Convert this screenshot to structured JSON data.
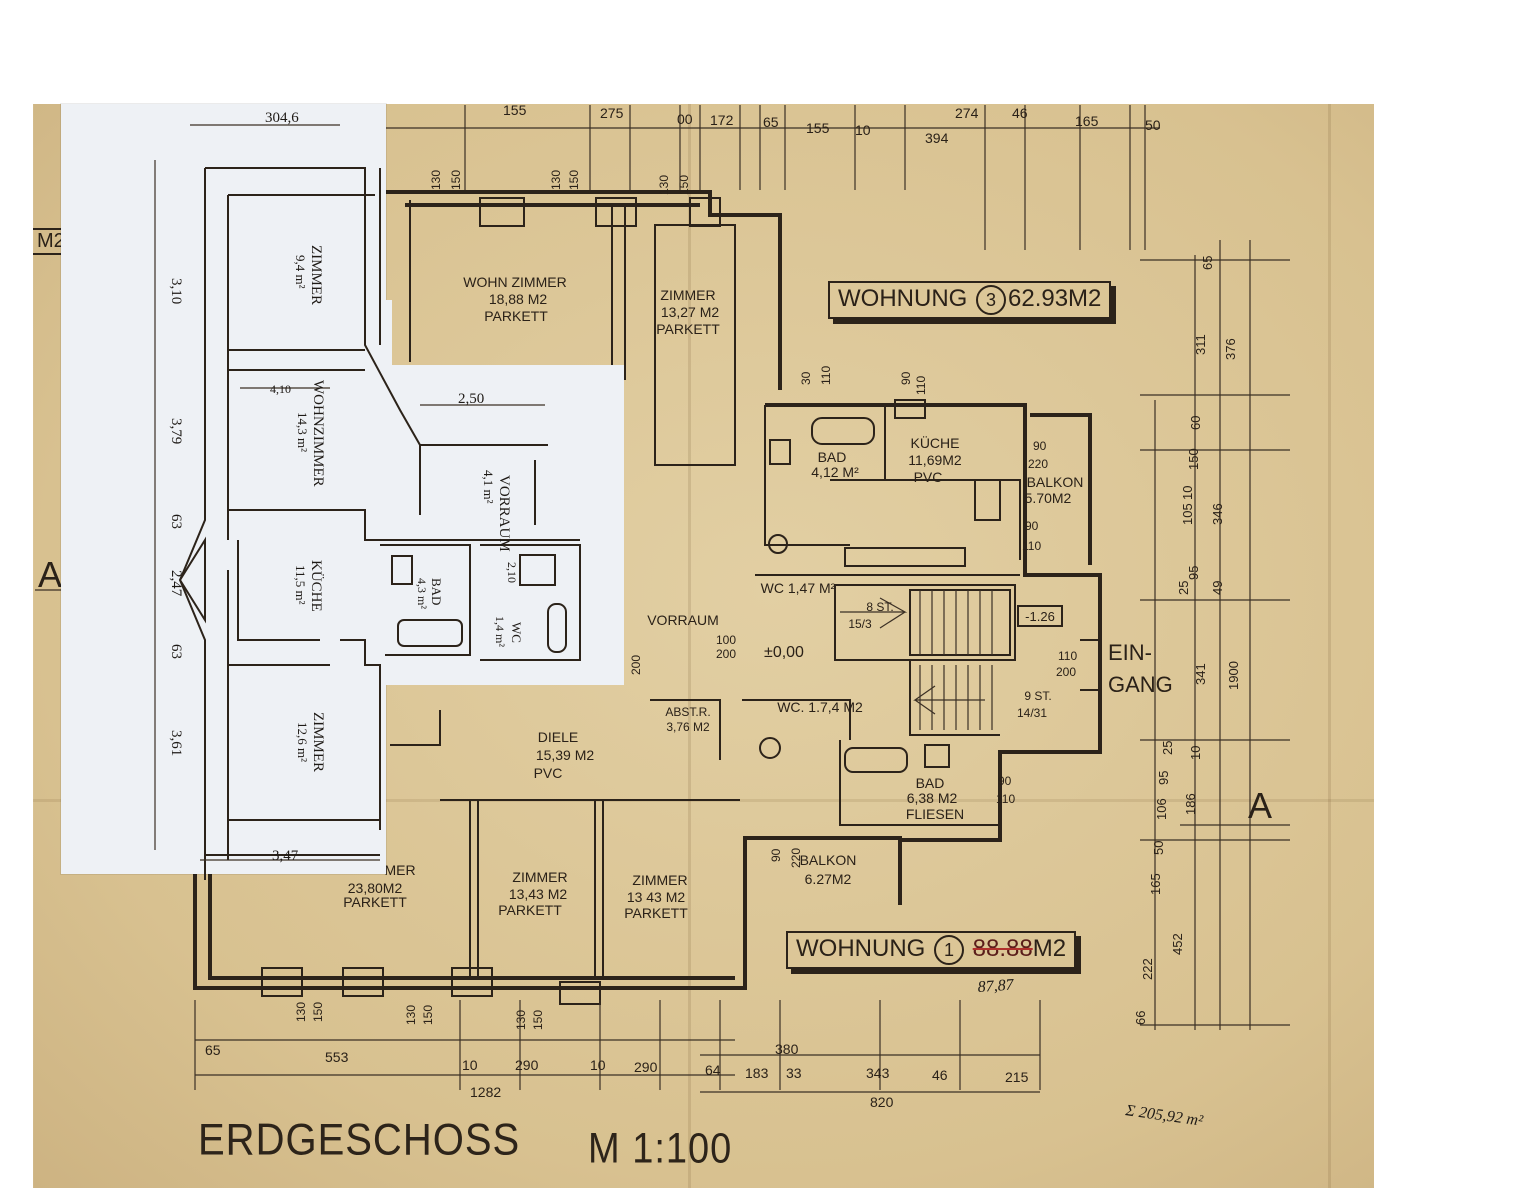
{
  "sheet": {
    "title": "ERDGESCHOSS",
    "scale": "M 1:100",
    "section_mark": "A",
    "entrance": "EIN-\nGANG",
    "m2_fragment": "M2",
    "unit3": {
      "label": "WOHNUNG",
      "number": "3",
      "area": "62.93M2"
    },
    "unit1": {
      "label": "WOHNUNG",
      "number": "1",
      "area_struck": "88.88",
      "area_unit": "M2",
      "area_corrected": "87,87"
    },
    "total_note": "Σ 205,92 m²"
  },
  "rooms": [
    {
      "name": "WOHN ZIMMER",
      "area": "18,88 M2",
      "floor": "PARKETT"
    },
    {
      "name": "ZIMMER",
      "area": "13,27 M2",
      "floor": "PARKETT"
    },
    {
      "name": "BAD",
      "area": "4,12 M²"
    },
    {
      "name": "KÜCHE",
      "area": "11,69M2",
      "floor": "PVC"
    },
    {
      "name": "BALKON",
      "area": "5.70M2"
    },
    {
      "name": "VORRAUM"
    },
    {
      "name": "WC 1,47 M²"
    },
    {
      "name": "WC. 1.7,4 M2"
    },
    {
      "name": "ABST.R.",
      "area": "3,76 M2"
    },
    {
      "name": "DIELE",
      "area": "15,39 M2",
      "floor": "PVC"
    },
    {
      "name": "BAD",
      "area": "6,38 M2",
      "floor": "FLIESEN"
    },
    {
      "name": "BALKON",
      "area": "6.27M2"
    },
    {
      "name": "MER",
      "area": "23,80M2",
      "floor": "PARKETT"
    },
    {
      "name": "ZIMMER",
      "area": "13,43 M2",
      "floor": "PARKETT"
    },
    {
      "name": "ZIMMER",
      "area": "13 43 M2",
      "floor": "PARKETT"
    }
  ],
  "misc": {
    "level": "±0,00",
    "stairs_upper": "8 ST.",
    "stairs_upper_ratio": "15/3",
    "stairs_lower": "9 ST.",
    "stairs_lower_ratio": "14/31",
    "level_box": "-1.26"
  },
  "dims_top": [
    "155",
    "275",
    "00",
    "172",
    "65",
    "155",
    "10",
    "394",
    "274",
    "46",
    "165",
    "50"
  ],
  "dims_bottom_row1": [
    "65",
    "553",
    "10",
    "290",
    "10",
    "290",
    "64",
    "183",
    "33",
    "343",
    "46",
    "215"
  ],
  "dims_bottom_row2": [
    "1282",
    "380",
    "820"
  ],
  "dims_right": [
    "65",
    "311",
    "376",
    "60",
    "150",
    "10",
    "105",
    "346",
    "25",
    "95",
    "49",
    "341",
    "1900",
    "25",
    "10",
    "95",
    "106",
    "186",
    "50",
    "165",
    "452",
    "222",
    "66"
  ],
  "dims_window": [
    "130",
    "150",
    "130",
    "150",
    "130",
    "150",
    "30",
    "110",
    "90",
    "110",
    "90",
    "220",
    "90",
    "110",
    "100",
    "200",
    "110",
    "200",
    "200",
    "90",
    "220",
    "90",
    "110",
    "130",
    "150",
    "130",
    "150",
    "130",
    "150"
  ],
  "overlay": {
    "dims": [
      "304,6",
      "3,10",
      "3,79",
      "63",
      "2,47",
      "63",
      "3,61",
      "4,10",
      "2,50",
      "2,10",
      "3,47"
    ],
    "rooms": [
      {
        "name": "ZIMMER",
        "area": "9,4 m²"
      },
      {
        "name": "WOHNZIMMER",
        "area": "14,3 m²"
      },
      {
        "name": "VORRAUM",
        "area": "4,1 m²"
      },
      {
        "name": "KÜCHE",
        "area": "11,5 m²"
      },
      {
        "name": "BAD",
        "area": "4,3 m²"
      },
      {
        "name": "WC",
        "area": "1,4 m²"
      },
      {
        "name": "ZIMMER",
        "area": "12,6 m²"
      }
    ]
  }
}
